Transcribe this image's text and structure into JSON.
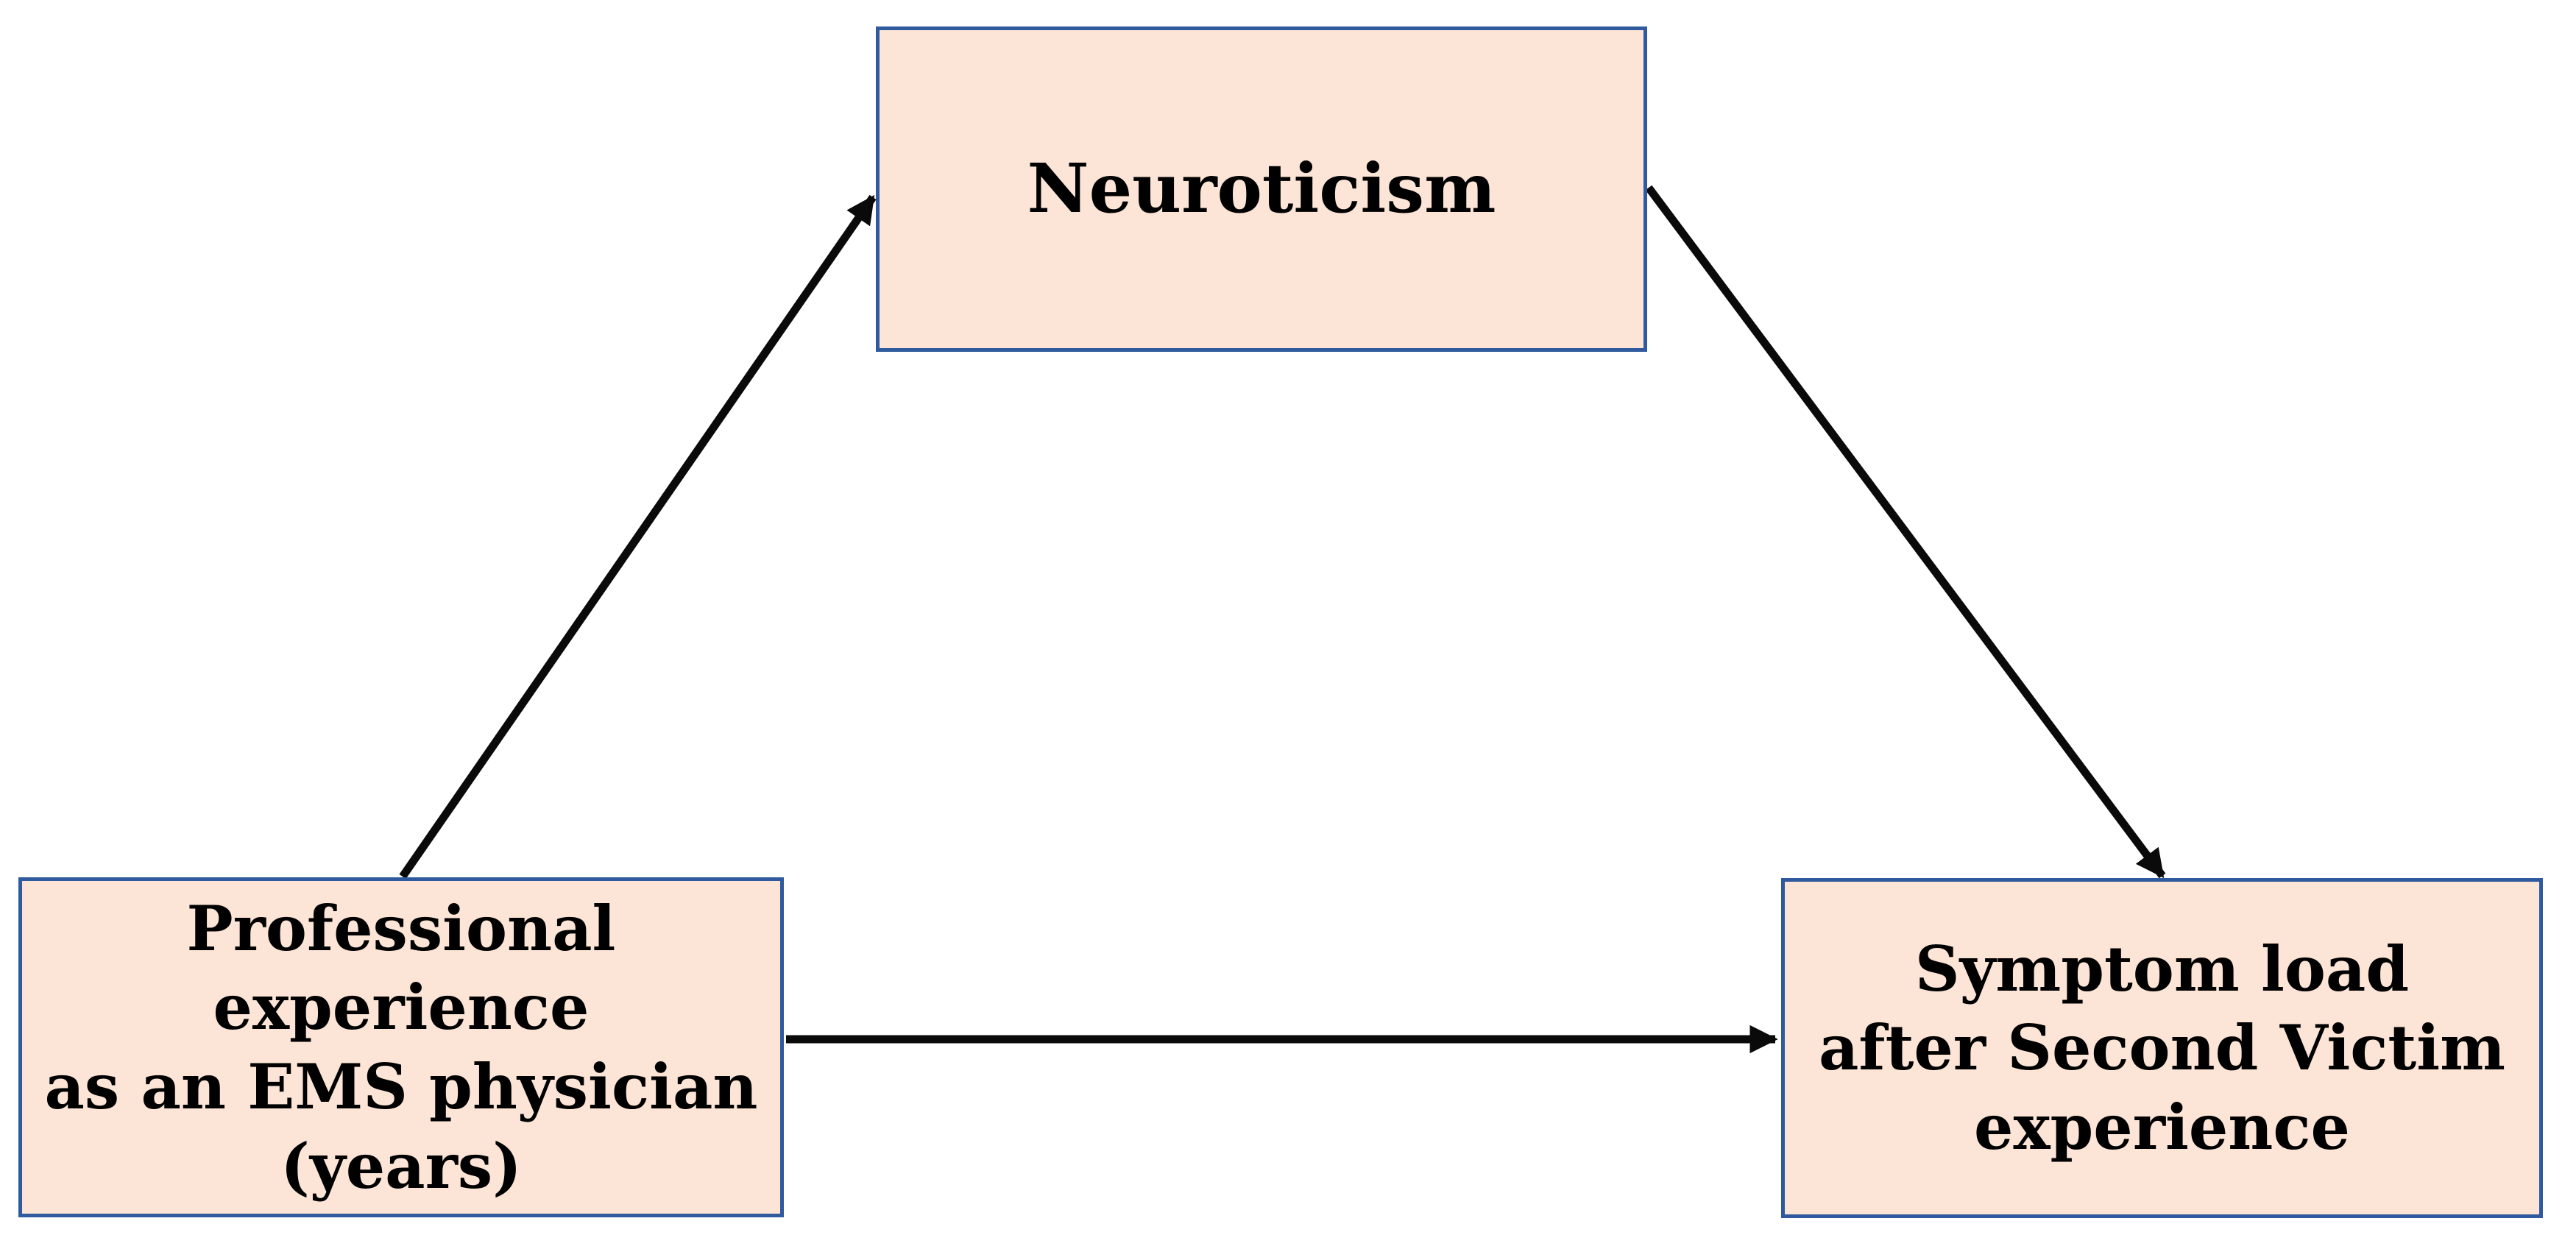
{
  "diagram": {
    "type": "mediation-path-diagram",
    "background": "#ffffff",
    "colors": {
      "node_fill": "#fce4d6",
      "node_border": "#2f5b9e",
      "arrow": "#0a0a0a",
      "text": "#000000"
    },
    "nodes": {
      "mediator": {
        "label": "Neuroticism"
      },
      "predictor": {
        "lines": [
          "Professional",
          "experience",
          "as an EMS physician",
          "(years)"
        ]
      },
      "outcome": {
        "lines": [
          "Symptom load",
          "after Second Victim",
          "experience"
        ]
      }
    },
    "arrows": [
      {
        "name": "predictor-to-mediator",
        "from": "predictor",
        "to": "mediator"
      },
      {
        "name": "mediator-to-outcome",
        "from": "mediator",
        "to": "outcome"
      },
      {
        "name": "predictor-to-outcome",
        "from": "predictor",
        "to": "outcome"
      }
    ]
  }
}
